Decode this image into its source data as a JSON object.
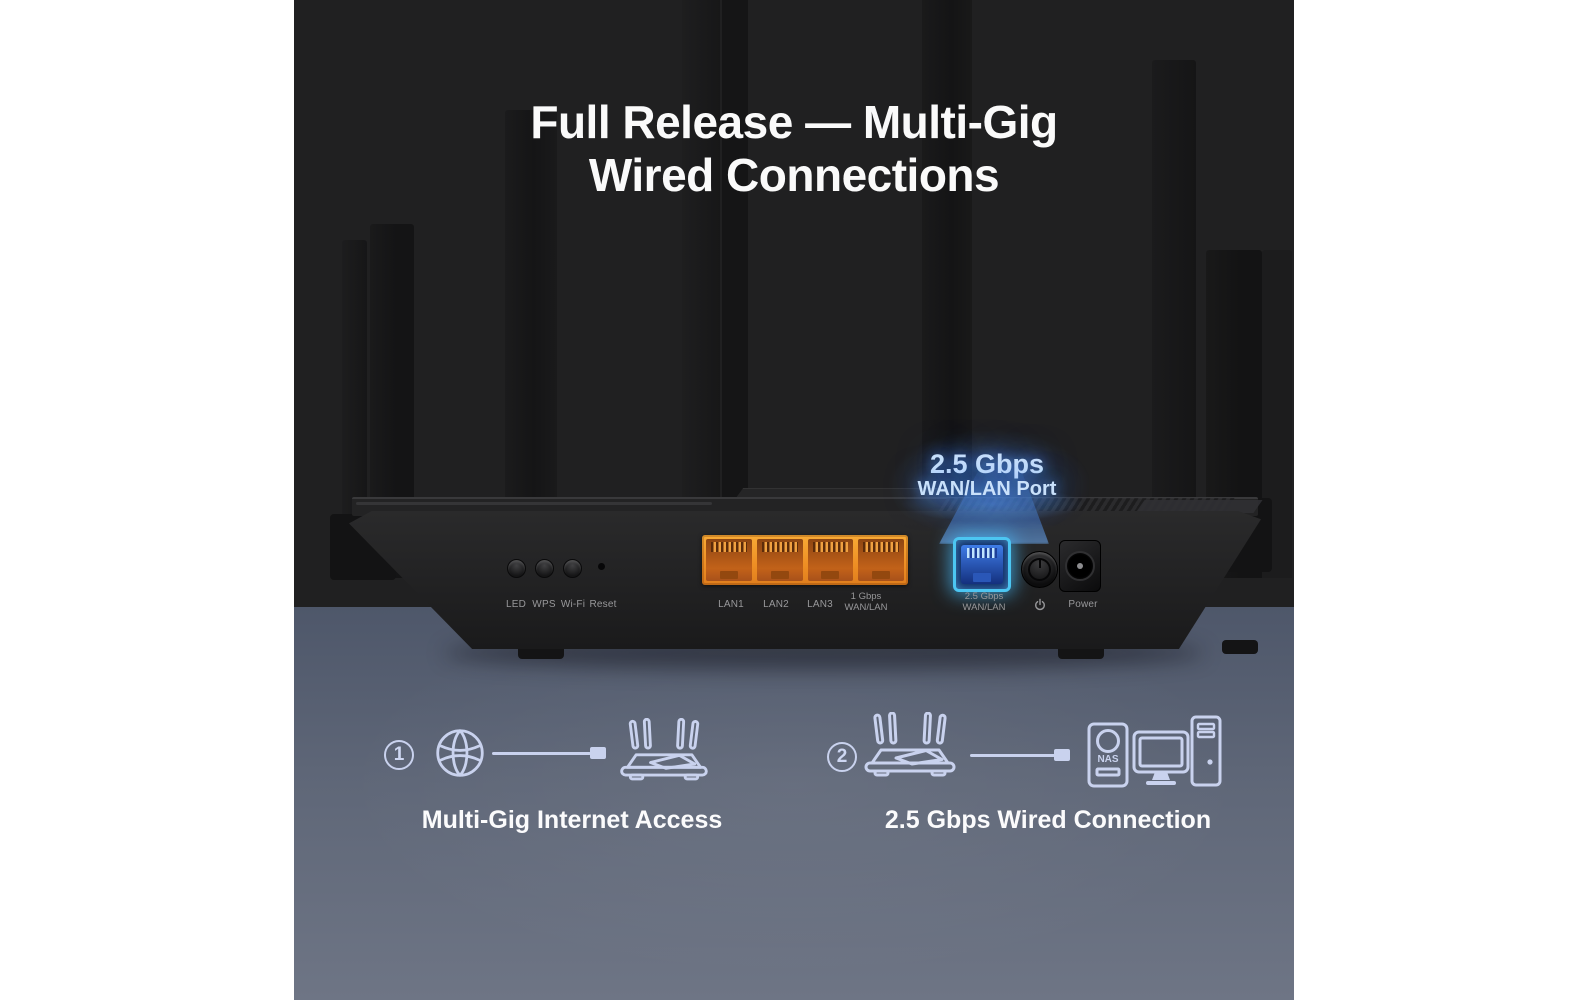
{
  "hero": {
    "title_line1": "Full Release  — Multi-Gig",
    "title_line2": "Wired Connections"
  },
  "callout": {
    "line1": "2.5 Gbps",
    "line2": "WAN/LAN Port"
  },
  "router_panel": {
    "led_label": "LED",
    "wps_label": "WPS",
    "wifi_label": "Wi-Fi",
    "reset_label": "Reset",
    "lan1_label": "LAN1",
    "lan2_label": "LAN2",
    "lan3_label": "LAN3",
    "wan1g_label_line1": "1 Gbps",
    "wan1g_label_line2": "WAN/LAN",
    "wan25g_label_line1": "2.5 Gbps",
    "wan25g_label_line2": "WAN/LAN",
    "power_label": "Power"
  },
  "diagrams": {
    "item1": {
      "number": "1",
      "label": "Multi-Gig Internet Access"
    },
    "item2": {
      "number": "2",
      "label": "2.5 Gbps Wired Connection",
      "nas_text": "NAS"
    }
  },
  "icons": {
    "globe": "globe-icon",
    "router": "router-icon",
    "cable_plug": "cable-plug-icon",
    "nas": "nas-icon",
    "monitor": "monitor-icon",
    "desktop_tower": "desktop-tower-icon",
    "power_standby": "power-standby-icon"
  },
  "colors": {
    "dark_background": "#202021",
    "slate_gradient_top": "#4e576a",
    "slate_gradient_bottom": "#6e7585",
    "title_text": "#fafafa",
    "callout_text": "#c9e1fb",
    "beam_blue": "#4a86d8",
    "lan_port_orange": "#f09a2e",
    "wan_port_blue": "#2e62c9",
    "wan_port_glow": "#49c2f0",
    "panel_label_gray": "#98989a",
    "diagram_icon": "#c9d2ee",
    "diagram_label": "#fbfbfc"
  }
}
